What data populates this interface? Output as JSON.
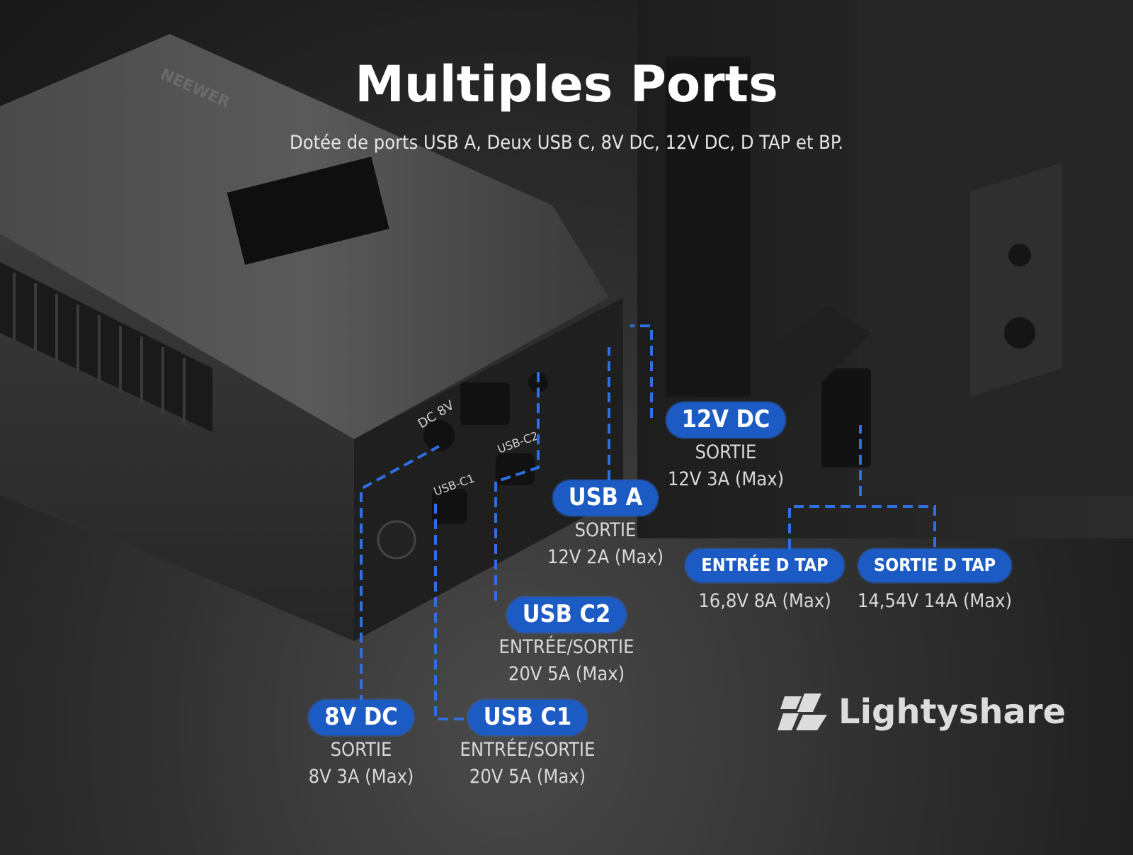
{
  "header": {
    "title": "Multiples Ports",
    "subtitle": "Dotée de ports USB A, Deux USB C, 8V DC, 12V DC, D TAP et BP."
  },
  "ports": [
    {
      "id": "12v-dc",
      "name": "12V DC",
      "line1": "SORTIE",
      "line2": "12V 3A (Max)"
    },
    {
      "id": "usb-a",
      "name": "USB A",
      "line1": "SORTIE",
      "line2": "12V 2A (Max)"
    },
    {
      "id": "usb-c2",
      "name": "USB C2",
      "line1": "ENTRÉE/SORTIE",
      "line2": "20V 5A (Max)"
    },
    {
      "id": "8v-dc",
      "name": "8V DC",
      "line1": "SORTIE",
      "line2": "8V 3A (Max)"
    },
    {
      "id": "usb-c1",
      "name": "USB C1",
      "line1": "ENTRÉE/SORTIE",
      "line2": "20V 5A (Max)"
    },
    {
      "id": "dtap-in",
      "name": "ENTRÉE D TAP",
      "line1": "16,8V 8A (Max)"
    },
    {
      "id": "dtap-out",
      "name": "SORTIE D TAP",
      "line1": "14,54V 14A (Max)"
    }
  ],
  "device_labels": {
    "dc8v": "DC 8V",
    "usbc1": "USB-C1",
    "usbc2": "USB-C2",
    "brand_mark": "NEEWER"
  },
  "brand": {
    "name": "Lightyshare"
  },
  "colors": {
    "accent": "#1d5bc4",
    "line": "#2f6fe0",
    "text": "#ffffff"
  }
}
